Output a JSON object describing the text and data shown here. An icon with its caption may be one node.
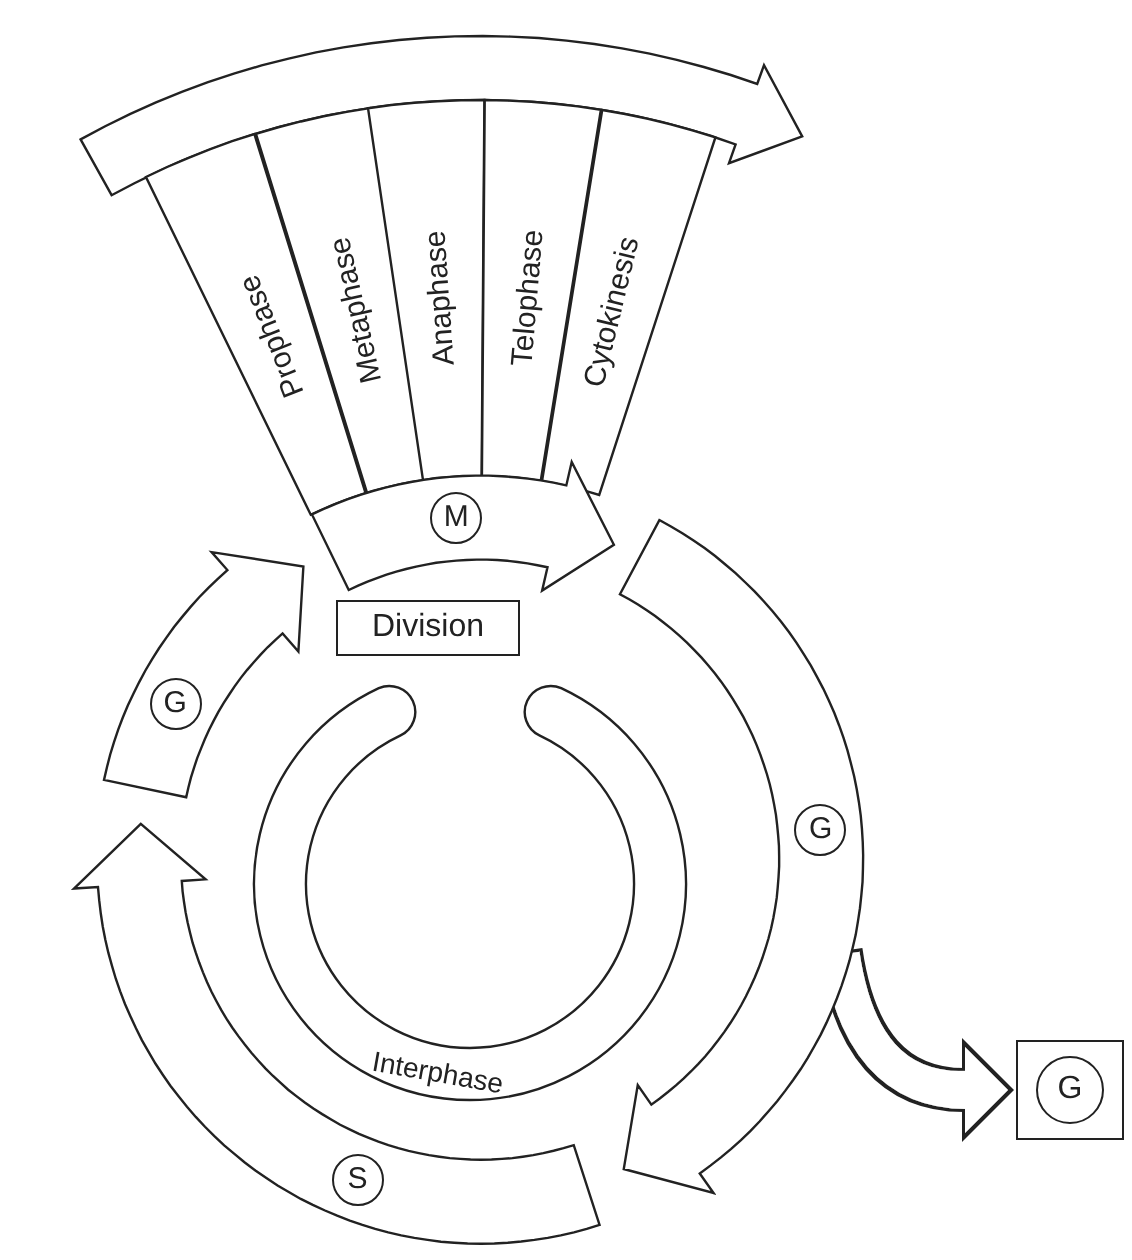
{
  "diagram": {
    "nodes": [
      {
        "text": [
          "Prophase"
        ]
      },
      {
        "text": [
          "Metaphase"
        ]
      },
      {
        "text": [
          "Anaphase"
        ]
      },
      {
        "text": [
          "Telophase"
        ]
      },
      {
        "text": [
          "Cytokinesis"
        ]
      },
      {
        "text": [
          "M"
        ]
      },
      {
        "text": [
          "Division"
        ]
      },
      {
        "text": [
          "G"
        ]
      },
      {
        "text": [
          "Interphase"
        ]
      },
      {
        "text": [
          "S"
        ]
      },
      {
        "text": [
          "G"
        ]
      },
      {
        "text": [
          "G"
        ]
      }
    ],
    "edges": [
      {
        "from": 7,
        "to": 11,
        "arrow": "to"
      }
    ]
  }
}
